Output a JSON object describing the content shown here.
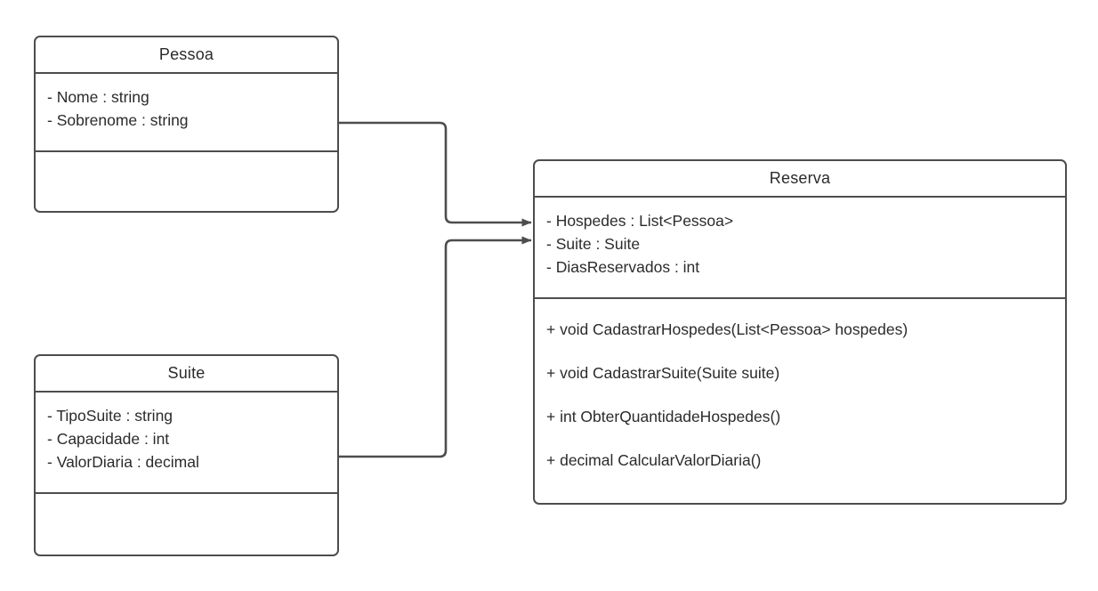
{
  "diagram": {
    "type": "uml-class-diagram",
    "background_color": "#ffffff",
    "stroke_color": "#4d4d4d",
    "text_color": "#2b2b2b",
    "classes": [
      {
        "id": "pessoa",
        "name": "Pessoa",
        "attributes": [
          "- Nome : string",
          "- Sobrenome : string"
        ],
        "operations": []
      },
      {
        "id": "suite",
        "name": "Suite",
        "attributes": [
          "- TipoSuite : string",
          "- Capacidade : int",
          "- ValorDiaria : decimal"
        ],
        "operations": []
      },
      {
        "id": "reserva",
        "name": "Reserva",
        "attributes": [
          "- Hospedes : List<Pessoa>",
          "- Suite : Suite",
          "- DiasReservados : int"
        ],
        "operations": [
          "+ void CadastrarHospedes(List<Pessoa> hospedes)",
          "+ void CadastrarSuite(Suite suite)",
          "+ int ObterQuantidadeHospedes()",
          "+ decimal CalcularValorDiaria()"
        ]
      }
    ],
    "associations": [
      {
        "id": "pessoa-to-reserva",
        "from": "Pessoa",
        "to": "Reserva",
        "arrow": "open-directed"
      },
      {
        "id": "suite-to-reserva",
        "from": "Suite",
        "to": "Reserva",
        "arrow": "open-directed"
      }
    ]
  }
}
